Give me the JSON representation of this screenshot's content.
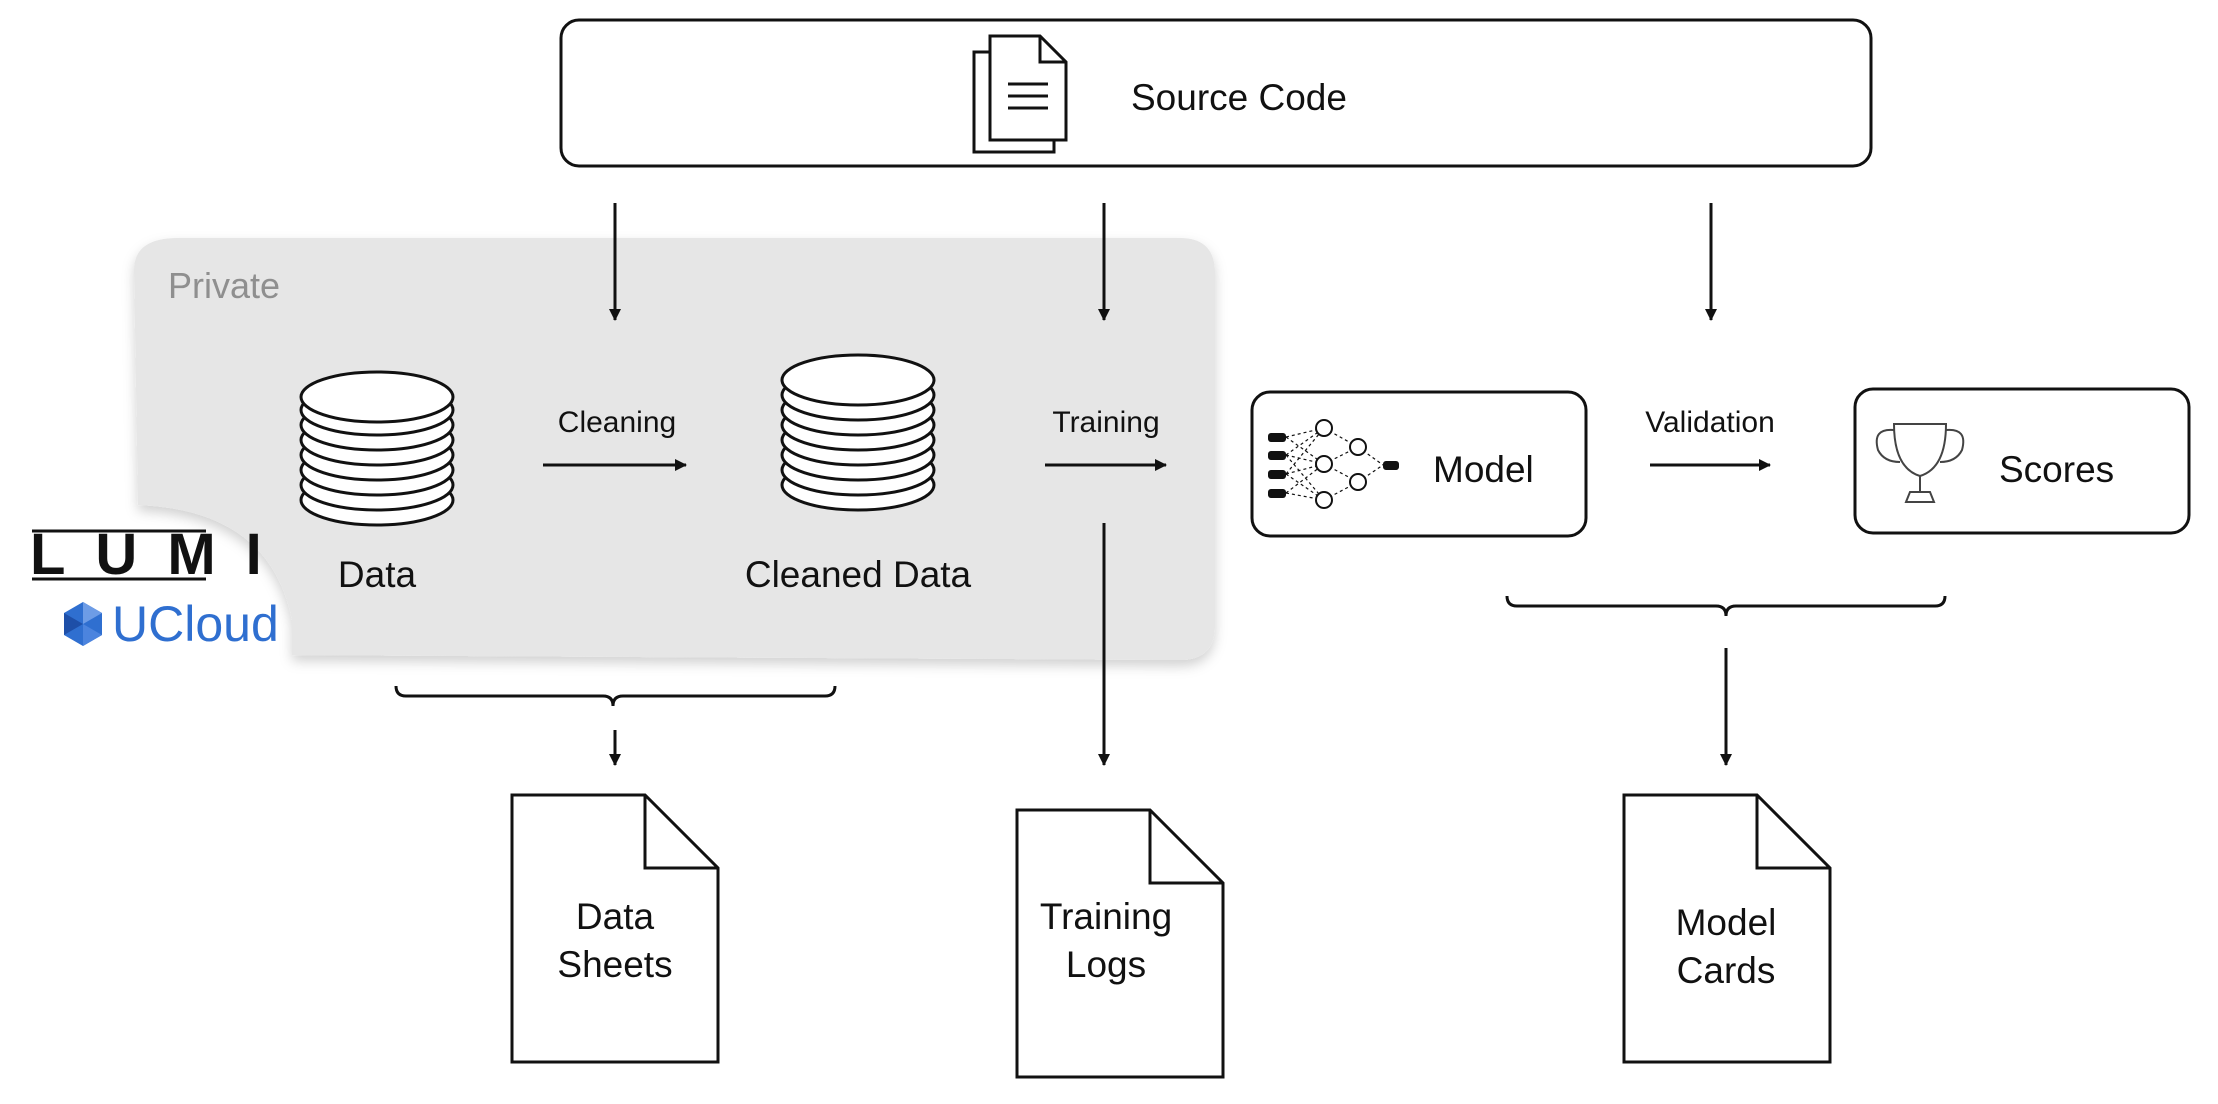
{
  "private_region": {
    "label": "Private"
  },
  "source_code": {
    "label": "Source Code",
    "icon": "stacked-documents-icon"
  },
  "stores": {
    "data": {
      "label": "Data",
      "icon": "database-icon"
    },
    "cleaned_data": {
      "label": "Cleaned Data",
      "icon": "database-icon"
    }
  },
  "steps": {
    "cleaning": "Cleaning",
    "training": "Training",
    "validation": "Validation"
  },
  "model": {
    "label": "Model",
    "icon": "neural-network-icon"
  },
  "scores": {
    "label": "Scores",
    "icon": "trophy-icon"
  },
  "documents": {
    "data_sheets": [
      "Data",
      "Sheets"
    ],
    "training_logs": [
      "Training",
      "Logs"
    ],
    "model_cards": [
      "Model",
      "Cards"
    ]
  },
  "logos": {
    "lumi": "LUMI",
    "ucloud": "UCloud"
  },
  "colors": {
    "private_fill": "#e6e6e6",
    "private_label": "#8f8f8f",
    "ucloud_blue": "#2f6fd0",
    "line": "#111111"
  }
}
